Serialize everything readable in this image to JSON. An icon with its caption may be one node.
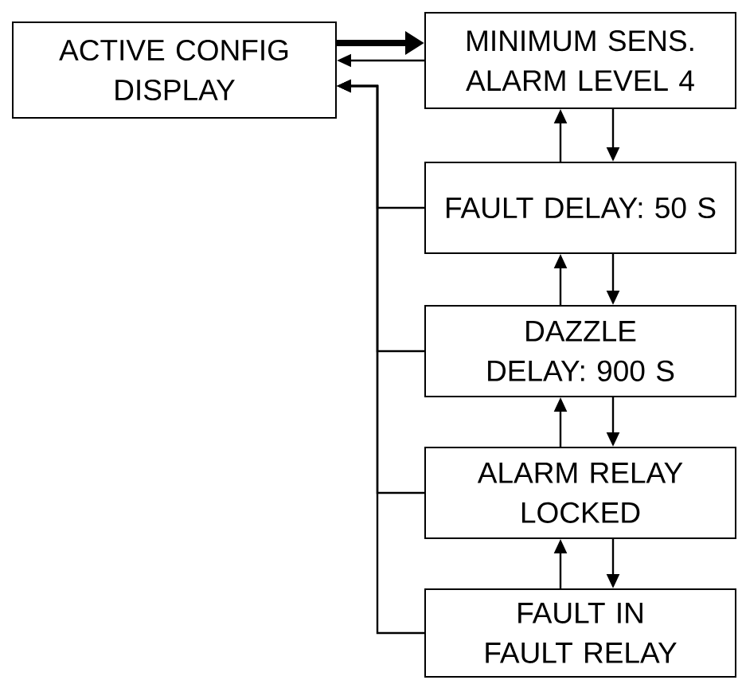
{
  "diagram": {
    "nodes": [
      {
        "text": [
          "ACTIVE CONFIG DISPLAY"
        ]
      },
      {
        "text": [
          "MINIMUM SENS. ALARM LEVEL 4"
        ]
      },
      {
        "text": [
          "FAULT DELAY: 50 S"
        ]
      },
      {
        "text": [
          "DAZZLE DELAY: 900 S"
        ]
      },
      {
        "text": [
          "ALARM RELAY LOCKED"
        ]
      },
      {
        "text": [
          "FAULT IN FAULT RELAY"
        ]
      }
    ],
    "edges": [
      {
        "from": 0,
        "to": 1,
        "arrow": "to",
        "style": "thick"
      },
      {
        "from": 1,
        "to": 0,
        "arrow": "to"
      },
      {
        "from": 1,
        "to": 2,
        "arrow": "to"
      },
      {
        "from": 2,
        "to": 1,
        "arrow": "to"
      },
      {
        "from": 2,
        "to": 3,
        "arrow": "to"
      },
      {
        "from": 3,
        "to": 2,
        "arrow": "to"
      },
      {
        "from": 3,
        "to": 4,
        "arrow": "to"
      },
      {
        "from": 4,
        "to": 3,
        "arrow": "to"
      },
      {
        "from": 4,
        "to": 5,
        "arrow": "to"
      },
      {
        "from": 5,
        "to": 4,
        "arrow": "to"
      },
      {
        "from": 2,
        "to": 0,
        "arrow": "to"
      },
      {
        "from": 3,
        "to": 0,
        "arrow": "to"
      },
      {
        "from": 4,
        "to": 0,
        "arrow": "to"
      },
      {
        "from": 5,
        "to": 0,
        "arrow": "to"
      }
    ]
  }
}
